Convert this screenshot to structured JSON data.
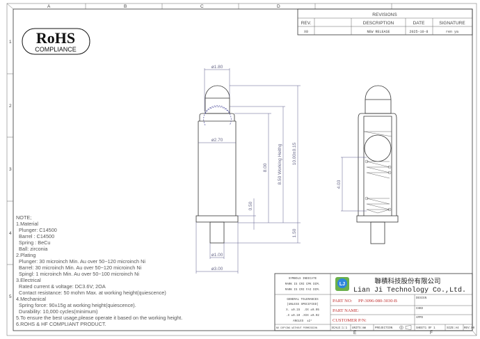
{
  "frame": {
    "columns": [
      "A",
      "B",
      "C",
      "D",
      "E",
      "F"
    ],
    "rows": [
      "1",
      "2",
      "3",
      "4",
      "5"
    ]
  },
  "logo": {
    "main": "RoHS",
    "sub": "COMPLIANCE"
  },
  "revisions": {
    "title": "REVISIONS",
    "headers": [
      "REV.",
      "DESCRIPTION",
      "DATE",
      "SIGNATURE"
    ],
    "rows": [
      {
        "rev": "X0",
        "description": "NEW RELEASE",
        "date": "2025-10-8",
        "signature": "ren ya"
      }
    ]
  },
  "dimensions": {
    "plunger_dia": "ø1.80",
    "barrel_dia": "ø2.70",
    "tail_dia": "ø1.00",
    "flange_dia": "ø3.00",
    "stroke_8": "8.00",
    "working_height": "8.50 Working Heithg",
    "total_height": "10.00±0.15",
    "flange_thk": "0.50",
    "tail_len": "1.50",
    "spring_len": "4.03"
  },
  "notes": [
    "NOTE;",
    "1.Material",
    "  Plunger: C14500",
    "  Barrel : C14500",
    "  Spring : BeCu",
    "  Ball: zirconia",
    "2.Plating",
    "  Plunger: 30 microinch Min. Au over 50~120 microinch Ni",
    "  Barrel: 30 microinch Min. Au over 50~120 microinch Ni",
    "  Spingl: 1 microinch Min. Au over 50~100 microinch Ni",
    "3.Electrical",
    "  Rated current & voltage: DC3.6V; 2OA",
    "  Contact resistance: 50 mohm Max. at working height(quiescence)",
    "4.Mechanical",
    "  Spring force: 90±15g at working height(quiescence).",
    "  Durability: 10,000 cycles(minimum)",
    "5.To ensure the best usage,please operate it based on the working height.",
    "6.ROHS & HF COMPLIANT PRODUCT."
  ],
  "title_block": {
    "symbols": [
      "SYMBOLS INDICATE",
      "MARK IS CRI CPK DIM.",
      "MARK IS CRI FAI DIM."
    ],
    "company_cn": "聯積科技股份有限公司",
    "company_en": "Lian Ji Technology Co.,Ltd.",
    "company_logo": "LJ",
    "tolerances": [
      "GENERAL TOLERANCES",
      "(UNLESS SPECIFIED)",
      "X. ±0.15  .XX ±0.05",
      ".X ±0.10 .XXX ±0.02",
      "ANGLES  ±2°"
    ],
    "part_no_label": "PART NO:",
    "part_no": "PP-3096-080-3030-B",
    "part_name_label": "PART NAME:",
    "customer_pn_label": "CUSTOMER P/N:",
    "design": "DESIGN",
    "chkd": "CHKD",
    "appd": "APPD",
    "no_copy": "NO COPYING WITHOUT PERMISSION",
    "scale": "SCALE:1:1",
    "units": "UNITS:mm",
    "projection": "PROJECTION",
    "sheet": "SHEET1 OF 1",
    "size": "SIZE:A4",
    "rev": "REV:X0",
    "accent_color": "#c03030"
  }
}
